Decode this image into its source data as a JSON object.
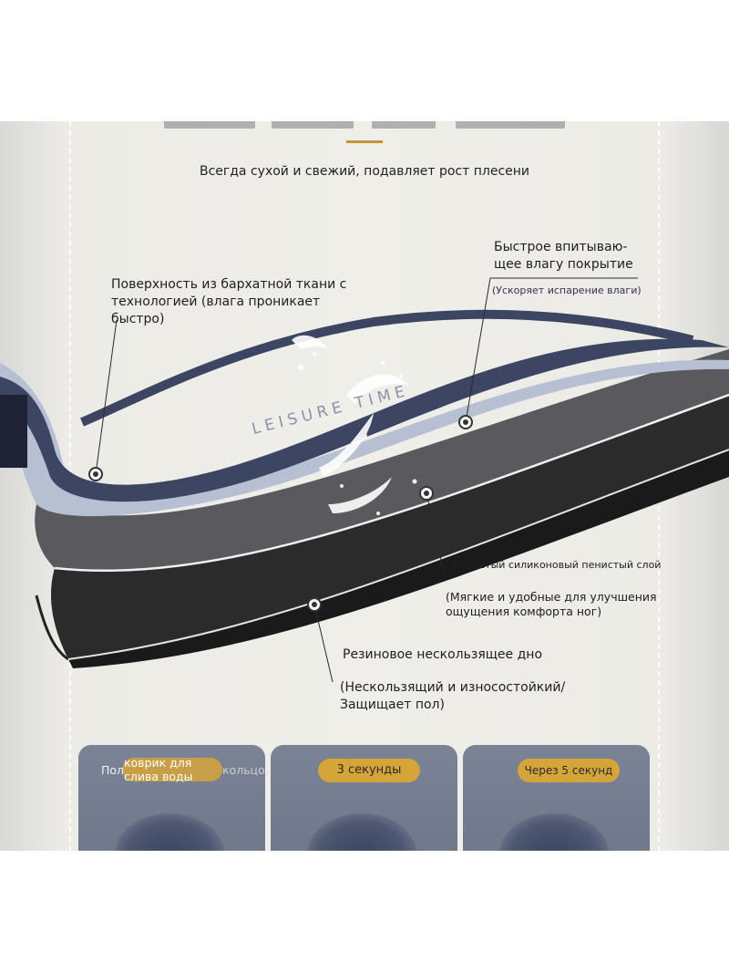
{
  "header": {
    "subtitle": "Всегда сухой и свежий, подавляет рост плесени"
  },
  "layers": {
    "surface": "Поверхность из бархатной ткани с\nтехнологией (влага проникает\nбыстро)",
    "absorb_title": "Быстрое впитываю-\nщее влагу покрытие",
    "absorb_note": "(Ускоряет испарение влаги)",
    "foam_title": "Пористый силиконовый пенистый слой",
    "foam_note": "(Мягкие и удобные для улучшения\nощущения комфорта ног)",
    "rubber_title": "Резиновое нескользящее дно",
    "rubber_note": "(Нескользящий и износостойкий/\nЗащищает пол)"
  },
  "watermark": "LEISURE TIME",
  "cards": [
    {
      "pill": "",
      "text_left": "Пол",
      "text_overlay": "коврик для\nслива воды",
      "text_right": "кольцо"
    },
    {
      "pill": "3 секунды"
    },
    {
      "pill": "Через 5 секунд"
    }
  ],
  "colors": {
    "accent": "#c8923a",
    "pill": "#d6a53a",
    "navy": "#3c4663"
  }
}
